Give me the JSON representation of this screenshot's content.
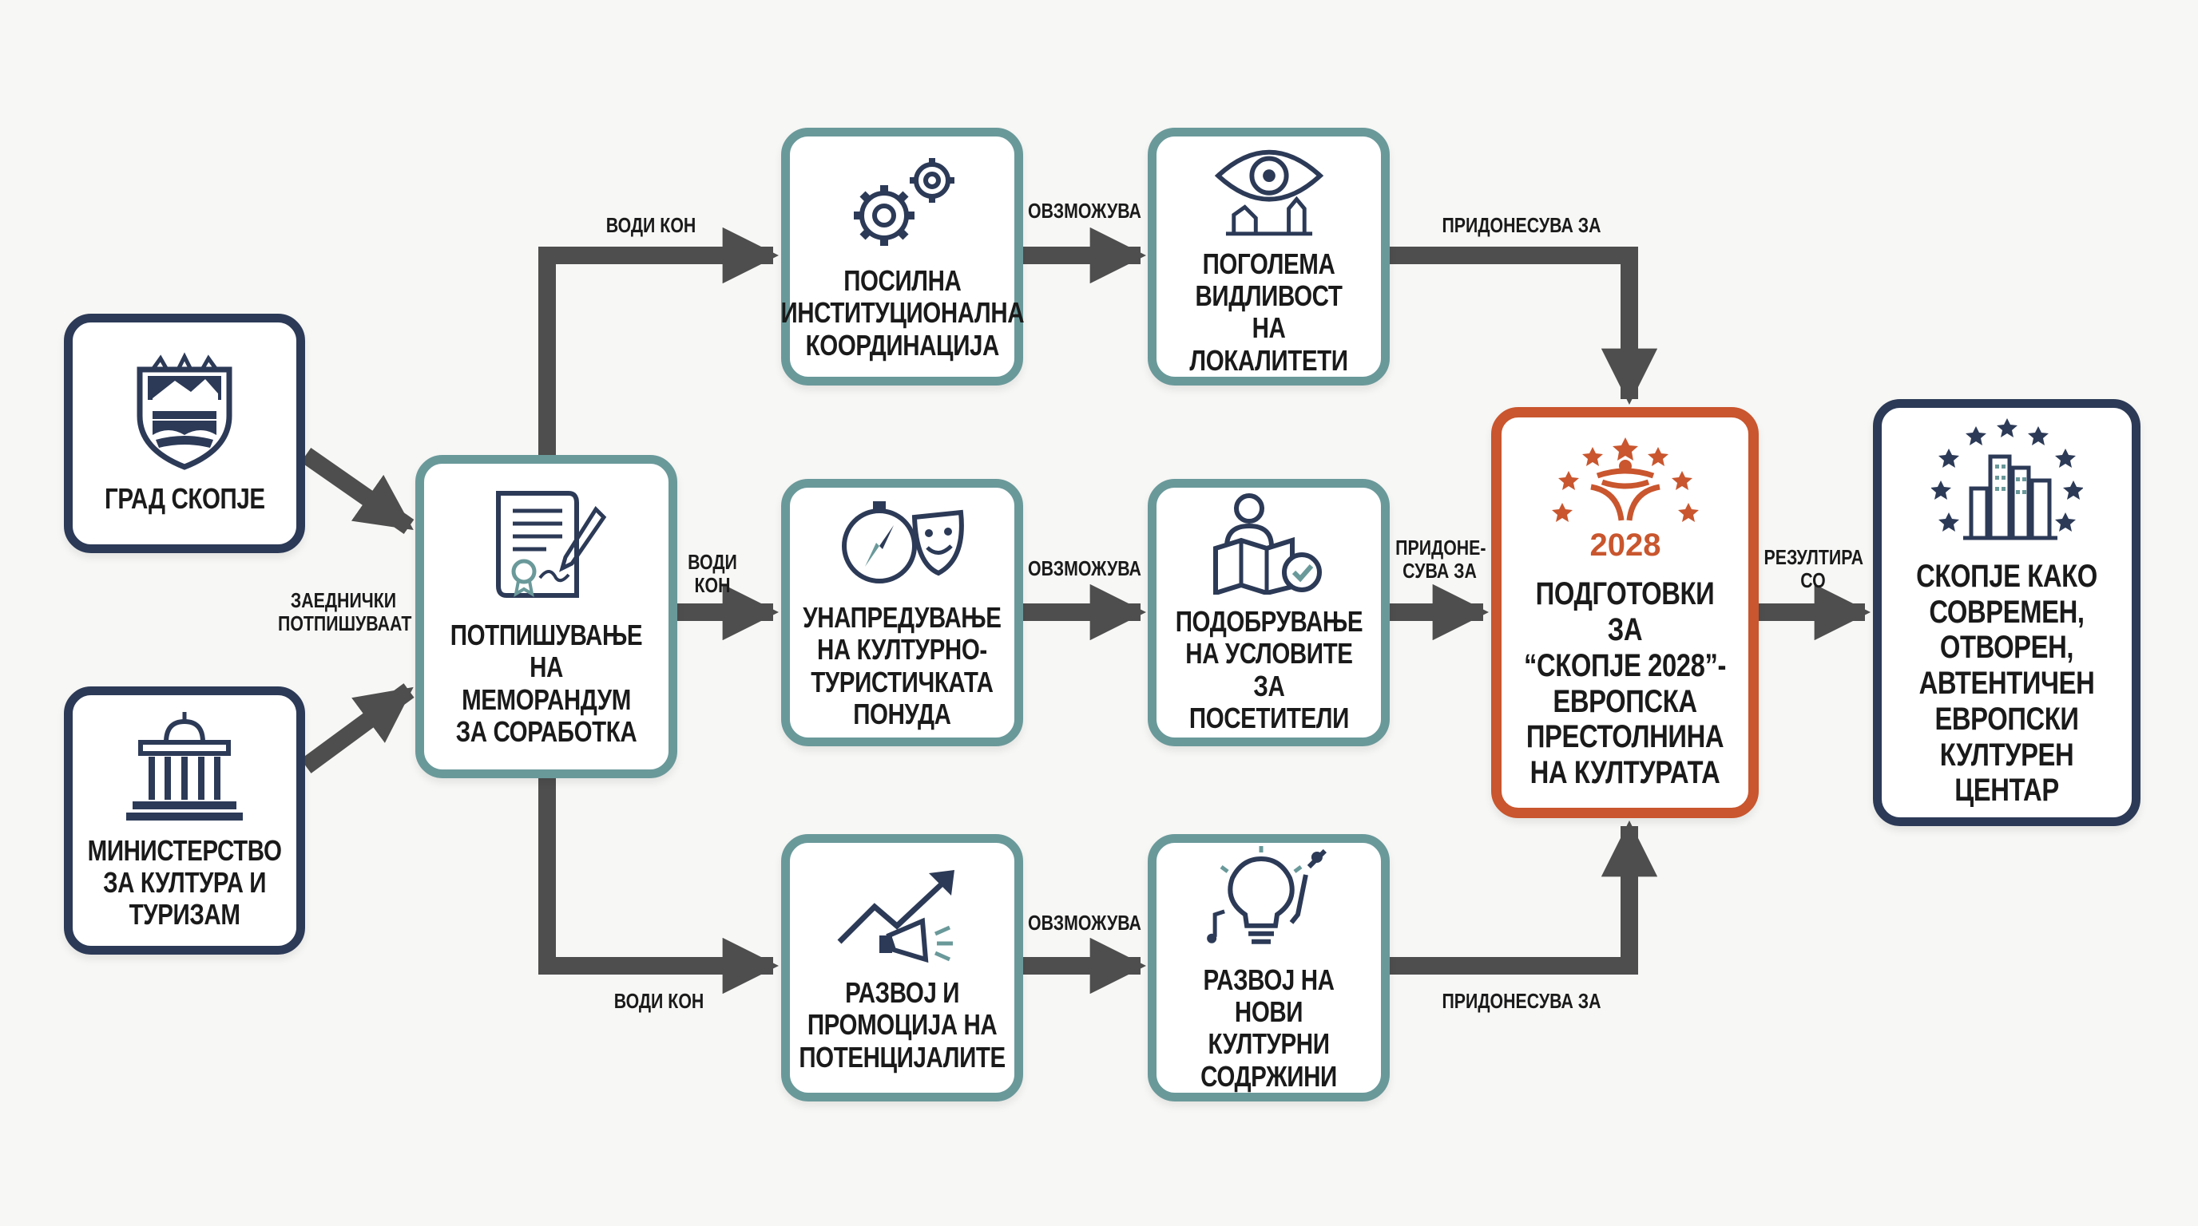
{
  "nodes": {
    "grad": "ГРАД СКОПЈЕ",
    "ministerstvo": "МИНИСТЕРСТВО\nЗА КУЛТУРА И\nТУРИЗАМ",
    "memorandum": "ПОТПИШУВАЊЕ\nНА МЕМОРАНДУМ\nЗА СОРАБОТКА",
    "koordinacija": "ПОСИЛНА\nИНСТИТУЦИОНАЛНА\nКООРДИНАЦИЈА",
    "ponuda": "УНАПРЕДУВАЊЕ\nНА КУЛТУРНО-\nТУРИСТИЧКАТА\nПОНУДА",
    "potencijali": "РАЗВОЈ И\nПРОМОЦИЈА НА\nПОТЕНЦИЈАЛИТЕ",
    "vidlivost": "ПОГОЛЕМА\nВИДЛИВОСТ НА\nЛОКАЛИТЕТИ",
    "uslovi": "ПОДОБРУВАЊЕ\nНА УСЛОВИТЕ\nЗА ПОСЕТИТЕЛИ",
    "sodrzini": "РАЗВОЈ НА НОВИ\nКУЛТУРНИ\nСОДРЖИНИ",
    "podgotovki": "ПОДГОТОВКИ ЗА\n“СКОПЈЕ 2028”-\nЕВРОПСКА\nПРЕСТОЛНИНА\nНА КУЛТУРАТА",
    "centar": "СКОПЈЕ КАКО\nСОВРЕМЕН,\nОТВОРЕН,\nАВТЕНТИЧЕН\nЕВРОПСКИ\nКУЛТУРЕН ЦЕНТАР"
  },
  "logo_year": "2028",
  "edges": {
    "zaednicki": "ЗАЕДНИЧКИ\nПОТПИШУВААТ",
    "vodi_top": "ВОДИ КОН",
    "vodi_mid": "ВОДИ\nКОН",
    "vodi_bot": "ВОДИ КОН",
    "ovoz_top": "ОВЗМОЖУВА",
    "ovoz_mid": "ОВЗМОЖУВА",
    "ovoz_bot": "ОВЗМОЖУВА",
    "prid_top": "ПРИДОНЕСУВА ЗА",
    "prid_mid": "ПРИДОНЕ-\nСУВА ЗА",
    "prid_bot": "ПРИДОНЕСУВА ЗА",
    "rezultira": "РЕЗУЛТИРА\nСО"
  },
  "icons": {
    "grad": "skopje-coat-of-arms-icon",
    "ministerstvo": "government-building-icon",
    "memorandum": "signed-document-icon",
    "koordinacija": "gears-icon",
    "ponuda": "compass-theatre-masks-icon",
    "potencijali": "growth-megaphone-icon",
    "vidlivost": "eye-landmark-icon",
    "uslovi": "visitor-map-icon",
    "sodrzini": "lightbulb-music-icon",
    "podgotovki": "skopje-2028-logo-icon",
    "centar": "european-city-icon"
  },
  "colors": {
    "navy": "#2c3a57",
    "teal": "#6a999a",
    "orange": "#c9562e",
    "arrow": "#4e4e4e"
  }
}
